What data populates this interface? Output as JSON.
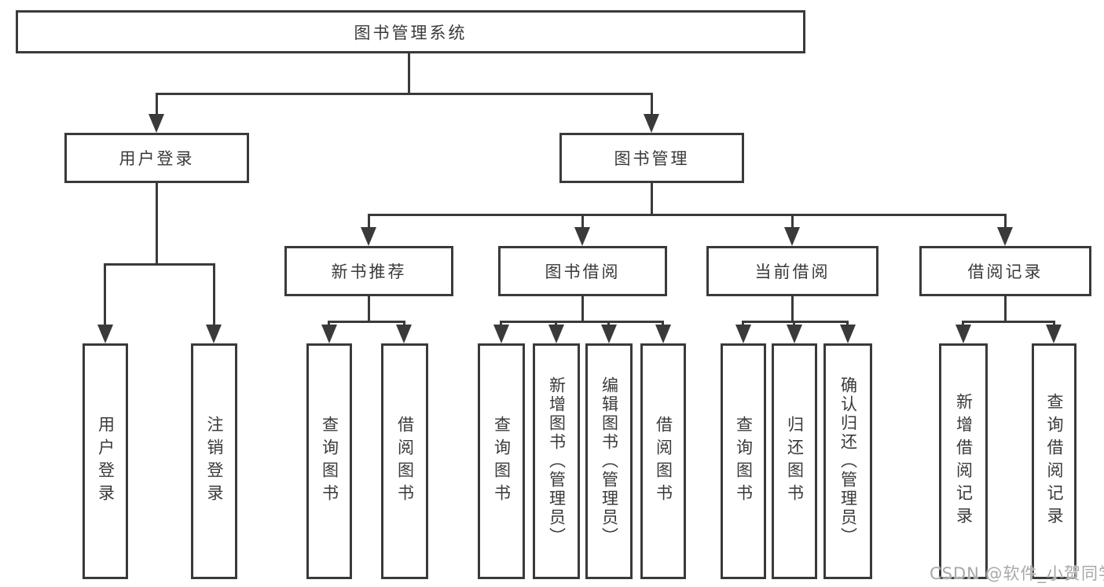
{
  "watermark": "CSDN @软件_小贺同学",
  "colors": {
    "line": "#3a3a3a",
    "text": "#3a3a3a",
    "watermark": "#a8a8a8",
    "background": "#ffffff"
  },
  "tree": {
    "root": "图书管理系统",
    "level2": [
      {
        "label": "用户登录",
        "children": [
          "用户登录",
          "注销登录"
        ]
      },
      {
        "label": "图书管理",
        "sections": [
          {
            "label": "新书推荐",
            "children": [
              "查询图书",
              "借阅图书"
            ]
          },
          {
            "label": "图书借阅",
            "children": [
              "查询图书",
              "新增图书（管理员）",
              "编辑图书（管理员）",
              "借阅图书"
            ]
          },
          {
            "label": "当前借阅",
            "children": [
              "查询图书",
              "归还图书",
              "确认归还（管理员）"
            ]
          },
          {
            "label": "借阅记录",
            "children": [
              "新增借阅记录",
              "查询借阅记录"
            ]
          }
        ]
      }
    ]
  }
}
